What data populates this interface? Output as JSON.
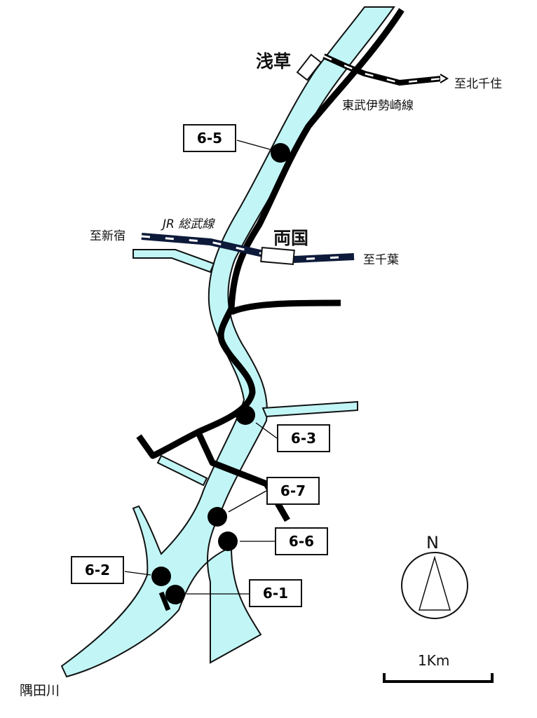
{
  "stations": {
    "asakusa": "浅草",
    "ryogoku": "両国"
  },
  "lines": {
    "tobu": "東武伊勢崎線",
    "jr": "JR 総武線"
  },
  "directions": {
    "kitasenju": "至北千住",
    "shinjuku": "至新宿",
    "chiba": "至千葉"
  },
  "river": "隅田川",
  "points": [
    "6-5",
    "6-3",
    "6-7",
    "6-6",
    "6-2",
    "6-1"
  ],
  "compass": "N",
  "scale": "1Km",
  "colors": {
    "river": "#c2f6f6",
    "road": "#000000",
    "rail": "#0d1a3a"
  }
}
